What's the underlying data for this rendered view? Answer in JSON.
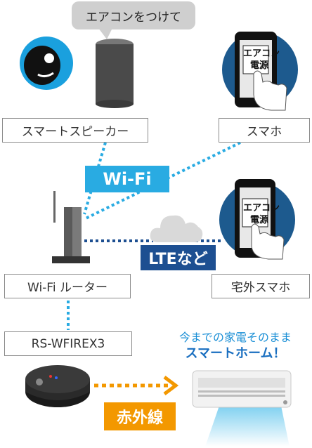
{
  "speech_bubble": "エアコンをつけて",
  "labels": {
    "smart_speaker": "スマートスピーカー",
    "smartphone": "スマホ",
    "router": "Wi-Fi ルーター",
    "home_phone": "宅外スマホ",
    "device": "RS-WFIREX3"
  },
  "tags": {
    "wifi": "Wi-Fi",
    "lte": "LTEなど",
    "infrared": "赤外線"
  },
  "phone_screen": {
    "line1": "エアコン",
    "line2": "電源"
  },
  "headline": {
    "line1": "今までの家電そのまま",
    "line2": "スマートホーム！"
  },
  "colors": {
    "wifi_blue": "#29abe2",
    "lte_navy": "#1d4f91",
    "infrared_orange": "#f39800",
    "dark_blue_circle": "#1d5a8e"
  }
}
